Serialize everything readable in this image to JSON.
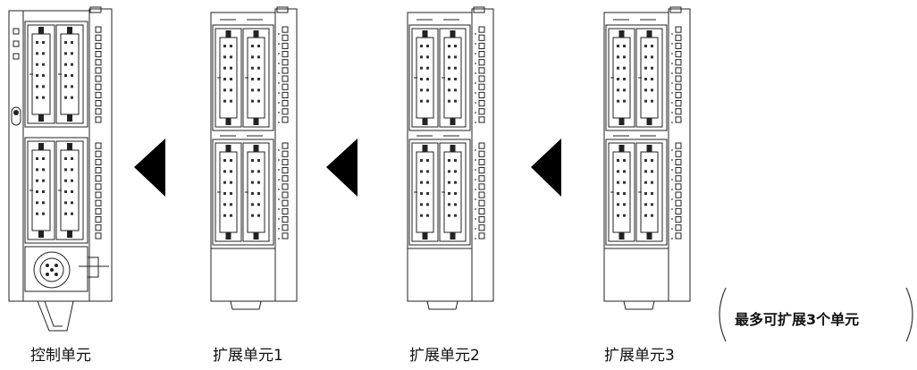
{
  "units": [
    {
      "id": "control",
      "label": "控制单元"
    },
    {
      "id": "ext1",
      "label": "扩展单元1"
    },
    {
      "id": "ext2",
      "label": "扩展单元2"
    },
    {
      "id": "ext3",
      "label": "扩展单元3"
    }
  ],
  "note": "最多可扩展3个单元"
}
